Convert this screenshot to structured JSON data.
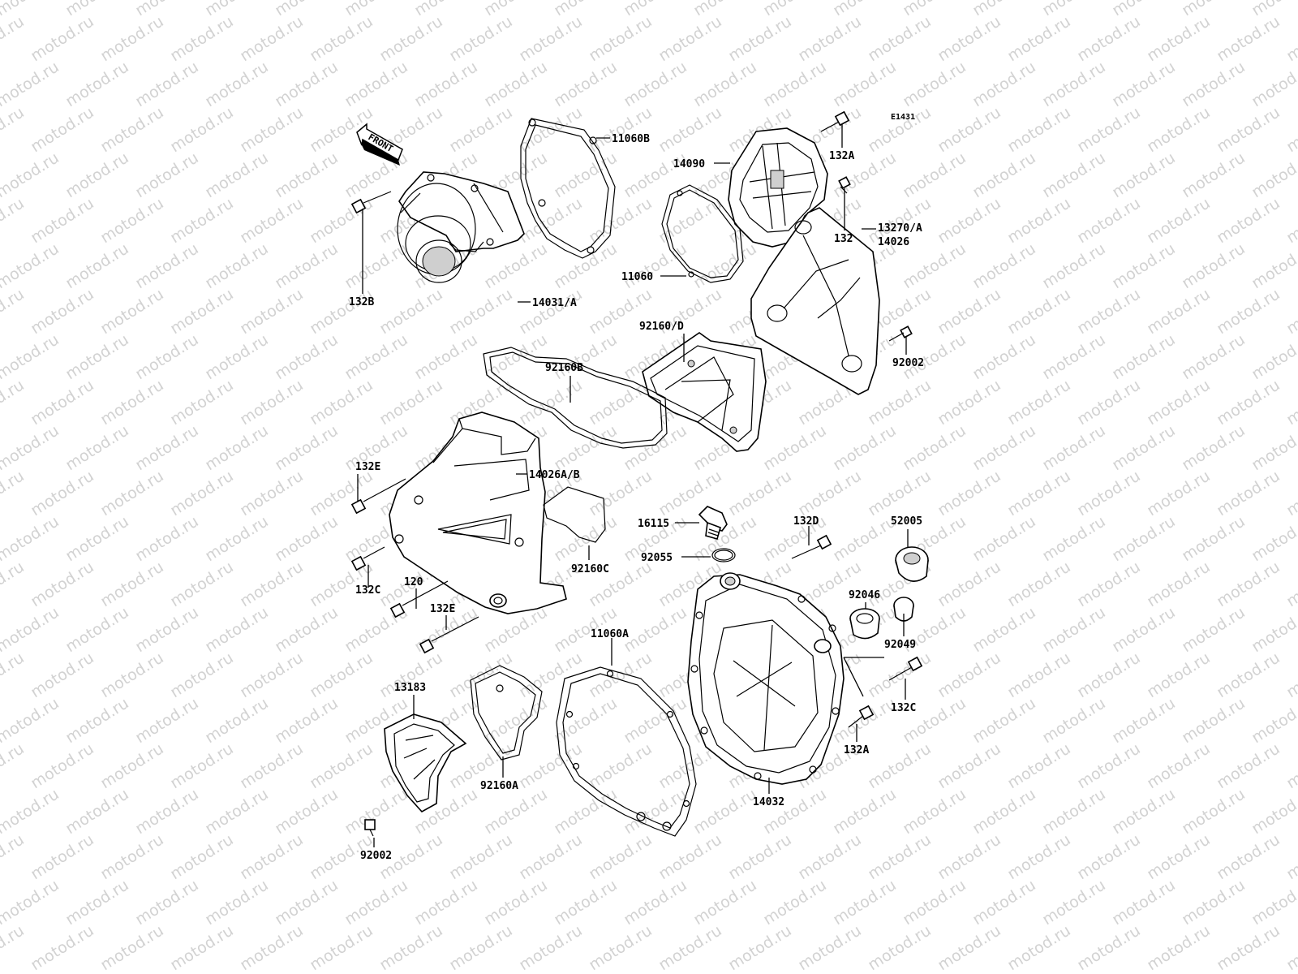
{
  "diagram": {
    "code": "E1431",
    "front_label": "FRONT",
    "watermark": "motod.ru",
    "labels": {
      "l11060B": "11060B",
      "l14090": "14090",
      "l132A_top": "132A",
      "l132": "132",
      "l132B": "132B",
      "l14031A": "14031/A",
      "l11060": "11060",
      "l13270A": "13270/A",
      "l14026": "14026",
      "l92002_right": "92002",
      "l92160D": "92160/D",
      "l92160B": "92160B",
      "l132E_top": "132E",
      "l14026AB": "14026A/B",
      "l16115": "16115",
      "l132D": "132D",
      "l52005": "52005",
      "l92055": "92055",
      "l92160C": "92160C",
      "l132C_left": "132C",
      "l120": "120",
      "l132E_bottom": "132E",
      "l92046": "92046",
      "l92049": "92049",
      "l11060A": "11060A",
      "l132C_right": "132C",
      "l13183": "13183",
      "l132A_bottom": "132A",
      "l92160A": "92160A",
      "l14032": "14032",
      "l92002_bottom": "92002"
    }
  }
}
